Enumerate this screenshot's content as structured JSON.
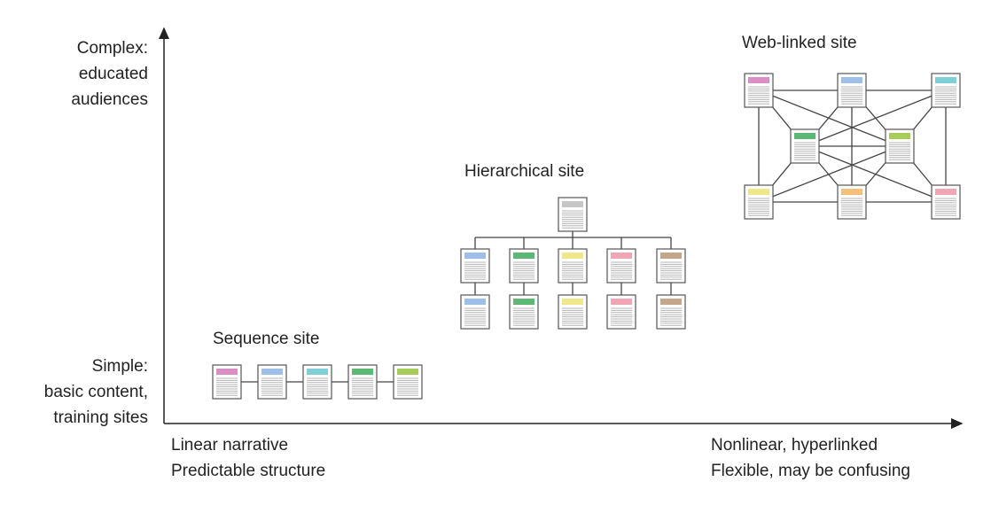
{
  "y_axis": {
    "top_label": [
      "Complex:",
      "educated",
      "audiences"
    ],
    "bottom_label": [
      "Simple:",
      "basic content,",
      "training sites"
    ]
  },
  "x_axis": {
    "left_label": [
      "Linear narrative",
      "Predictable structure"
    ],
    "right_label": [
      "Nonlinear, hyperlinked",
      "Flexible, may be confusing"
    ]
  },
  "sequence_site": {
    "title": "Sequence site",
    "page_colors": [
      "#d98fc4",
      "#9dbfe8",
      "#7fcfd6",
      "#5cb874",
      "#a8cc5a"
    ]
  },
  "hierarchical_site": {
    "title": "Hierarchical site",
    "root_color": "#c6c6c6",
    "column_colors": [
      "#9dbfe8",
      "#5cb874",
      "#efe88a",
      "#f0a6b4",
      "#c4a68a"
    ]
  },
  "web_linked_site": {
    "title": "Web-linked site",
    "corner_colors": {
      "top_left": "#d98fc4",
      "top_middle": "#9dbfe8",
      "top_right": "#7fcfd6",
      "bottom_left": "#efe88a",
      "bottom_middle": "#f5c07a",
      "bottom_right": "#f0a6b4"
    },
    "center_colors": {
      "left": "#5cb874",
      "right": "#a8cc5a"
    }
  }
}
